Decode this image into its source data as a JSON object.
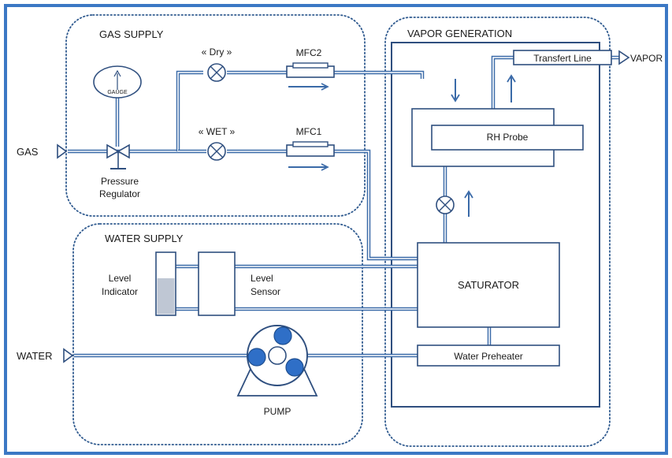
{
  "sections": {
    "gas_supply": "GAS SUPPLY",
    "water_supply": "WATER SUPPLY",
    "vapor_generation": "VAPOR GENERATION"
  },
  "labels": {
    "gas": "GAS",
    "water": "WATER",
    "vapor": "VAPOR",
    "gauge": "GAUGE",
    "pressure_regulator_1": "Pressure",
    "pressure_regulator_2": "Regulator",
    "dry": "« Dry »",
    "wet": "« WET »",
    "mfc1": "MFC1",
    "mfc2": "MFC2",
    "rh_probe": "RH Probe",
    "transfert_line": "Transfert Line",
    "saturator": "SATURATOR",
    "water_preheater": "Water Preheater",
    "level_indicator_1": "Level",
    "level_indicator_2": "Indicator",
    "level_sensor_1": "Level",
    "level_sensor_2": "Sensor",
    "pump": "PUMP"
  },
  "colors": {
    "pipe": "#3a6aa8",
    "outline": "#2f4f7f",
    "frame": "#3b78c4",
    "pump_roller": "#2f6fc7",
    "water_level": "#a9b4c6"
  }
}
